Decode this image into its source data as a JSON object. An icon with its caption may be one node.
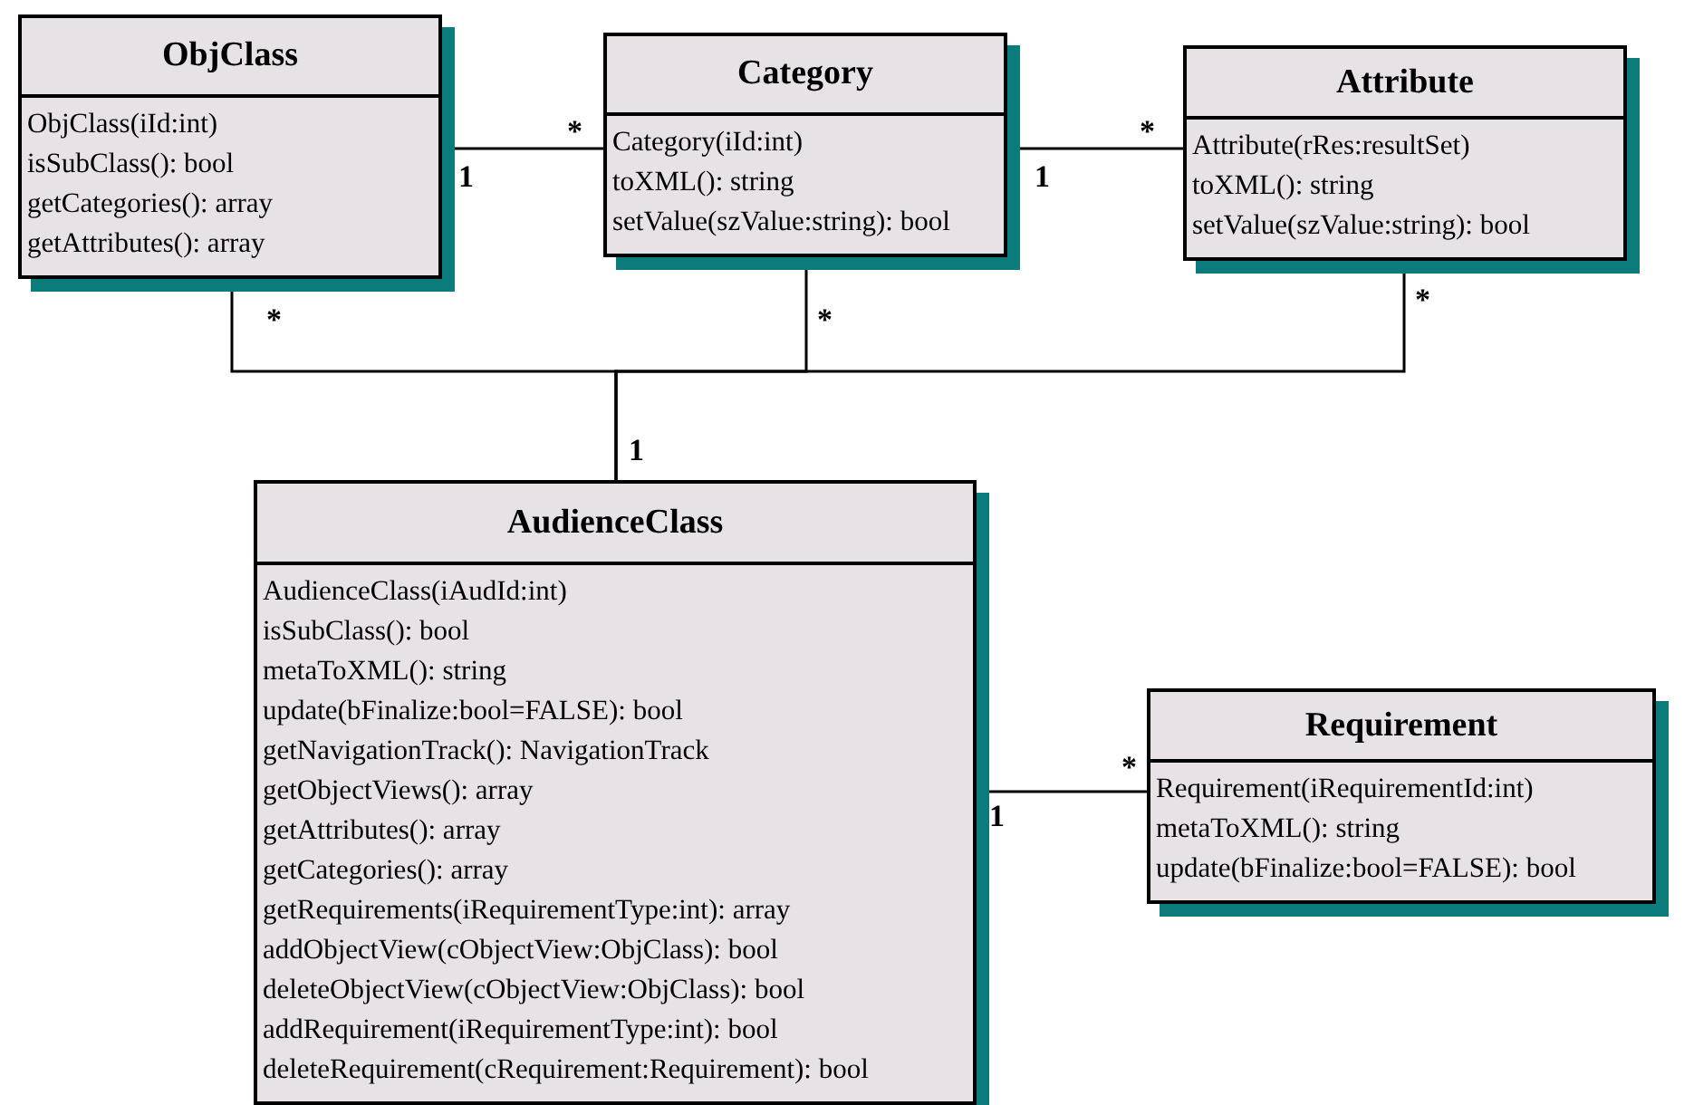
{
  "diagram": {
    "nodes": [
      {
        "text": [
          "ObjClass",
          "ObjClass(iId:int)",
          "isSubClass(): bool",
          "getCategories(): array",
          "getAttributes(): array"
        ]
      },
      {
        "text": [
          "Category",
          "Category(iId:int)",
          "toXML(): string",
          "setValue(szValue:string): bool"
        ]
      },
      {
        "text": [
          "Attribute",
          "Attribute(rRes:resultSet)",
          "toXML(): string",
          "setValue(szValue:string): bool"
        ]
      },
      {
        "text": [
          "AudienceClass",
          "AudienceClass(iAudId:int)",
          "isSubClass(): bool",
          "metaToXML(): string",
          "update(bFinalize:bool=FALSE): bool",
          "getNavigationTrack(): NavigationTrack",
          "getObjectViews(): array",
          "getAttributes(): array",
          "getCategories(): array",
          "getRequirements(iRequirementType:int): array",
          "addObjectView(cObjectView:ObjClass): bool",
          "deleteObjectView(cObjectView:ObjClass): bool",
          "addRequirement(iRequirementType:int): bool",
          "deleteRequirement(cRequirement:Requirement): bool"
        ]
      },
      {
        "text": [
          "Requirement",
          "Requirement(iRequirementId:int)",
          "metaToXML(): string",
          "update(bFinalize:bool=FALSE): bool"
        ]
      }
    ],
    "edges": [
      {
        "from": 0,
        "to": 1,
        "arrow": "none"
      },
      {
        "from": 1,
        "to": 2,
        "arrow": "none"
      },
      {
        "from": 0,
        "to": 3,
        "arrow": "none"
      },
      {
        "from": 1,
        "to": 3,
        "arrow": "none"
      },
      {
        "from": 2,
        "to": 3,
        "arrow": "none"
      },
      {
        "from": 3,
        "to": 4,
        "arrow": "none"
      }
    ],
    "labels": [
      "*",
      "*",
      "1",
      "1",
      "*",
      "*",
      "*",
      "1",
      "*",
      "1"
    ]
  }
}
